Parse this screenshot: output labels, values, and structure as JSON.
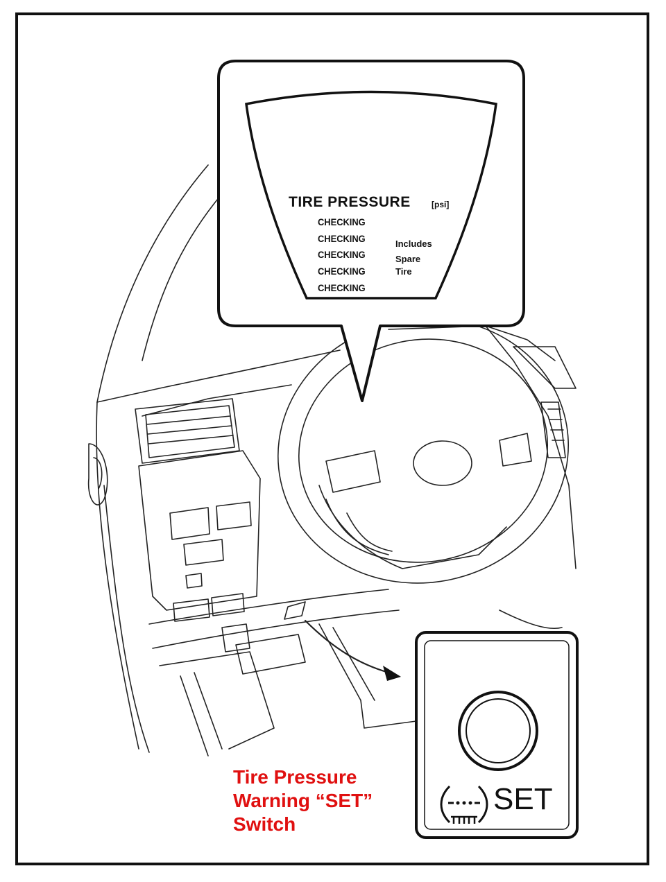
{
  "display": {
    "title": "TIRE PRESSURE",
    "unit": "[psi]",
    "rows": [
      "CHECKING",
      "CHECKING",
      "CHECKING",
      "CHECKING",
      "CHECKING"
    ],
    "note_lines": [
      "Includes",
      "Spare",
      "Tire"
    ]
  },
  "switch": {
    "label": "SET",
    "icon": "tire-pressure-warning-icon"
  },
  "caption": {
    "lines": [
      "Tire Pressure",
      "Warning “SET”",
      "Switch"
    ]
  },
  "colors": {
    "caption": "#e01010",
    "lines": "#111111",
    "background": "#ffffff"
  }
}
